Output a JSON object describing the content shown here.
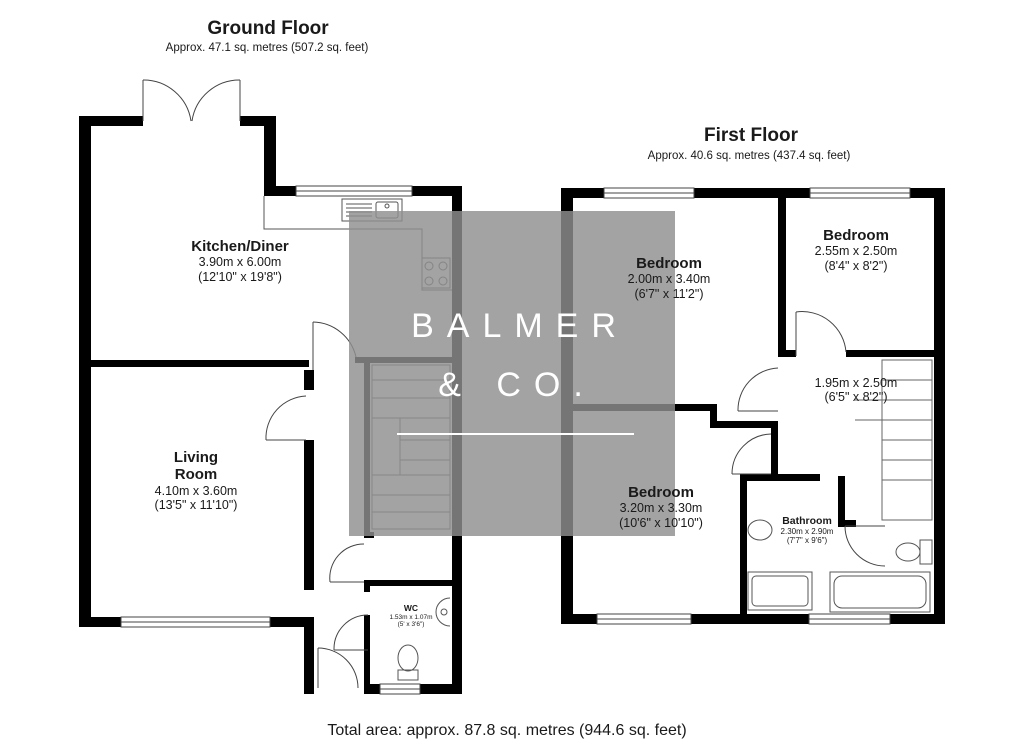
{
  "ground_floor": {
    "title": "Ground Floor",
    "area": "Approx. 47.1 sq. metres (507.2 sq. feet)",
    "rooms": [
      {
        "name": "Kitchen/Diner",
        "dim_m": "3.90m x 6.00m",
        "dim_ft": "(12'10\" x 19'8\")"
      },
      {
        "name_line1": "Living",
        "name_line2": "Room",
        "dim_m": "4.10m x 3.60m",
        "dim_ft": "(13'5\" x 11'10\")"
      },
      {
        "name": "WC",
        "dim_m": "1.53m x 1.07m",
        "dim_ft": "(5' x 3'6\")"
      }
    ]
  },
  "first_floor": {
    "title": "First Floor",
    "area": "Approx. 40.6 sq. metres (437.4 sq. feet)",
    "rooms": [
      {
        "name": "Bedroom",
        "dim_m": "2.00m x 3.40m",
        "dim_ft": "(6'7\" x 11'2\")"
      },
      {
        "name": "Bedroom",
        "dim_m": "2.55m x 2.50m",
        "dim_ft": "(8'4\" x 8'2\")"
      },
      {
        "name": "",
        "dim_m": "1.95m x 2.50m",
        "dim_ft": "(6'5\" x 8'2\")"
      },
      {
        "name": "Bedroom",
        "dim_m": "3.20m x 3.30m",
        "dim_ft": "(10'6\" x 10'10\")"
      },
      {
        "name": "Bathroom",
        "dim_m": "2.30m x 2.90m",
        "dim_ft": "(7'7\" x 9'6\")"
      }
    ]
  },
  "watermark": {
    "line1": "BALMER",
    "line2": "& CO."
  },
  "total_area": "Total area: approx. 87.8 sq. metres (944.6 sq. feet)",
  "colors": {
    "wall": "#000000",
    "watermark_bg": "#8f8f8f",
    "fixture": "#555555"
  }
}
